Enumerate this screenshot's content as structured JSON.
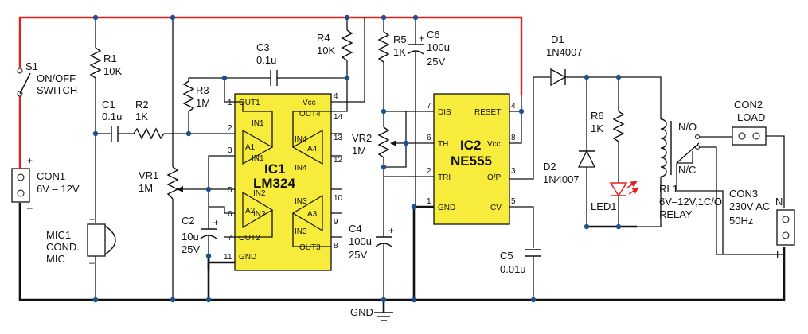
{
  "colors": {
    "supply_rail": "#e0201f",
    "ic_fill": "#f7ec3b",
    "junction": "#1e4f8f",
    "wire": "#111111"
  },
  "s1": {
    "ref": "S1",
    "l1": "ON/OFF",
    "l2": "SWITCH"
  },
  "con1": {
    "ref": "CON1",
    "value": "6V – 12V",
    "plus": "+",
    "minus": "–"
  },
  "mic1": {
    "ref": "MIC1",
    "l1": "COND.",
    "l2": "MIC",
    "plus": "+",
    "minus": "–"
  },
  "r1": {
    "ref": "R1",
    "value": "10K"
  },
  "c1": {
    "ref": "C1",
    "value": "0.1u"
  },
  "r2": {
    "ref": "R2",
    "value": "1K"
  },
  "r3": {
    "ref": "R3",
    "value": "1M"
  },
  "c3": {
    "ref": "C3",
    "value": "0.1u"
  },
  "r4": {
    "ref": "R4",
    "value": "10K"
  },
  "vr1": {
    "ref": "VR1",
    "value": "1M"
  },
  "c2": {
    "ref": "C2",
    "value": "10u",
    "voltage": "25V",
    "plus": "+"
  },
  "ic1": {
    "ref": "IC1",
    "part": "LM324",
    "pins": {
      "p1": "1",
      "p2": "2",
      "p3": "3",
      "p4": "4",
      "p5": "5",
      "p6": "6",
      "p7": "7",
      "p8": "8",
      "p9": "9",
      "p10": "10",
      "p11": "11",
      "p12": "12",
      "p13": "13",
      "p14": "14"
    },
    "names": {
      "out1": "OUT1",
      "in1n": "IN1",
      "in1p": "IN1",
      "in2p": "IN2",
      "in2n": "IN2",
      "out2": "OUT2",
      "gnd": "GND",
      "vcc": "Vcc",
      "out4": "OUT4",
      "in4n": "IN4",
      "in4p": "IN4",
      "in3n": "IN3",
      "in3p": "IN3",
      "out3": "OUT3"
    },
    "amps": {
      "a1": "A1",
      "a2": "A2",
      "a3": "A3",
      "a4": "A4"
    },
    "minus": "–",
    "plus": "+"
  },
  "r5": {
    "ref": "R5",
    "value": "1K"
  },
  "c6": {
    "ref": "C6",
    "value": "100u",
    "voltage": "25V",
    "plus": "+"
  },
  "vr2": {
    "ref": "VR2",
    "value": "1M"
  },
  "c4": {
    "ref": "C4",
    "value": "100u",
    "voltage": "25V",
    "plus": "+"
  },
  "ic2": {
    "ref": "IC2",
    "part": "NE555",
    "pins": {
      "p1": "1",
      "p2": "2",
      "p3": "3",
      "p4": "4",
      "p5": "5",
      "p6": "6",
      "p7": "7",
      "p8": "8"
    },
    "names": {
      "dis": "DIS",
      "th": "TH",
      "tri": "TRI",
      "gnd": "GND",
      "reset": "RESET",
      "vcc": "Vcc",
      "op": "O/P",
      "cv": "CV"
    }
  },
  "c5": {
    "ref": "C5",
    "value": "0.01u"
  },
  "d1": {
    "ref": "D1",
    "value": "1N4007"
  },
  "d2": {
    "ref": "D2",
    "value": "1N4007"
  },
  "r6": {
    "ref": "R6",
    "value": "1K"
  },
  "led1": {
    "ref": "LED1"
  },
  "rl1": {
    "ref": "RL1",
    "value": "6V–12V,1C/O",
    "type": "RELAY",
    "no": "N/O",
    "nc": "N/C"
  },
  "con2": {
    "ref": "CON2",
    "label": "LOAD"
  },
  "con3": {
    "ref": "CON3",
    "l1": "230V AC",
    "l2": "50Hz",
    "n": "N",
    "l": "L"
  },
  "gnd": {
    "label": "GND"
  }
}
